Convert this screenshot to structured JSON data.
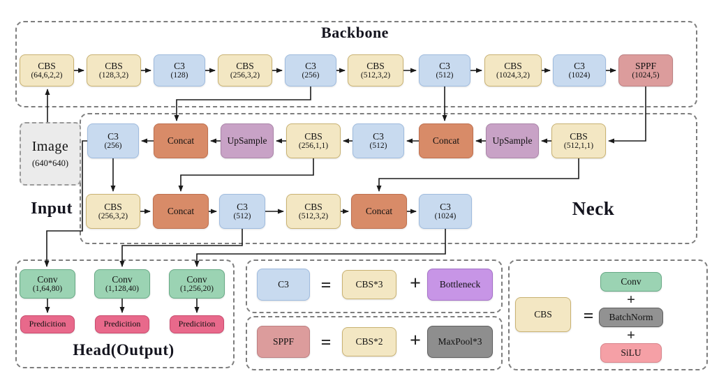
{
  "sections": {
    "backbone_title": "Backbone",
    "neck_title": "Neck",
    "input_title": "Input",
    "head_title": "Head(Output)"
  },
  "input_node": {
    "label": "Image",
    "params": "(640*640)"
  },
  "backbone": {
    "nodes": [
      {
        "label": "CBS",
        "params": "(64,6,2,2)"
      },
      {
        "label": "CBS",
        "params": "(128,3,2)"
      },
      {
        "label": "C3",
        "params": "(128)"
      },
      {
        "label": "CBS",
        "params": "(256,3,2)"
      },
      {
        "label": "C3",
        "params": "(256)"
      },
      {
        "label": "CBS",
        "params": "(512,3,2)"
      },
      {
        "label": "C3",
        "params": "(512)"
      },
      {
        "label": "CBS",
        "params": "(1024,3,2)"
      },
      {
        "label": "C3",
        "params": "(1024)"
      },
      {
        "label": "SPPF",
        "params": "(1024,5)"
      }
    ]
  },
  "neck_top": {
    "nodes": [
      {
        "label": "C3",
        "params": "(256)"
      },
      {
        "label": "Concat",
        "params": ""
      },
      {
        "label": "UpSample",
        "params": ""
      },
      {
        "label": "CBS",
        "params": "(256,1,1)"
      },
      {
        "label": "C3",
        "params": "(512)"
      },
      {
        "label": "Concat",
        "params": ""
      },
      {
        "label": "UpSample",
        "params": ""
      },
      {
        "label": "CBS",
        "params": "(512,1,1)"
      }
    ]
  },
  "neck_bottom": {
    "nodes": [
      {
        "label": "CBS",
        "params": "(256,3,2)"
      },
      {
        "label": "Concat",
        "params": ""
      },
      {
        "label": "C3",
        "params": "(512)"
      },
      {
        "label": "CBS",
        "params": "(512,3,2)"
      },
      {
        "label": "Concat",
        "params": ""
      },
      {
        "label": "C3",
        "params": "(1024)"
      }
    ]
  },
  "head": {
    "convs": [
      {
        "label": "Conv",
        "params": "(1,64,80)"
      },
      {
        "label": "Conv",
        "params": "(1,128,40)"
      },
      {
        "label": "Conv",
        "params": "(1,256,20)"
      }
    ],
    "preds": [
      {
        "label": "Predicition"
      },
      {
        "label": "Predicition"
      },
      {
        "label": "Predicition"
      }
    ]
  },
  "legend_c3": {
    "lhs": "C3",
    "eq": "=",
    "rhs1": "CBS*3",
    "plus": "+",
    "rhs2": "Bottleneck"
  },
  "legend_sppf": {
    "lhs": "SPPF",
    "eq": "=",
    "rhs1": "CBS*2",
    "plus": "+",
    "rhs2": "MaxPool*3"
  },
  "legend_cbs": {
    "lhs": "CBS",
    "eq": "=",
    "item1": "Conv",
    "plus1": "+",
    "item2": "BatchNorm",
    "plus2": "+",
    "item3": "SiLU"
  },
  "colors": {
    "cbs_fill": "#F3E7C3",
    "cbs_border": "#C9B272",
    "c3_fill": "#C8DAEF",
    "c3_border": "#9FBBDE",
    "sppf_fill": "#DC9C9C",
    "sppf_border": "#BC7F81",
    "concat_fill": "#D88B68",
    "concat_border": "#BE6F4E",
    "upsample_fill": "#C8A2C6",
    "upsample_border": "#AA84A8",
    "conv_fill": "#9BD3B3",
    "conv_border": "#67A985",
    "prediction_fill": "#E8698B",
    "prediction_border": "#C94A6D",
    "bottleneck_fill": "#C795E6",
    "bottleneck_border": "#A471C7",
    "maxpool_fill": "#8E8E8E",
    "batchnorm_fill": "#929292",
    "silu_fill": "#F5A0A6",
    "image_fill": "#EBEBEB",
    "arrow": "#1a1a1a",
    "dashed_border": "#7d7d7d"
  }
}
